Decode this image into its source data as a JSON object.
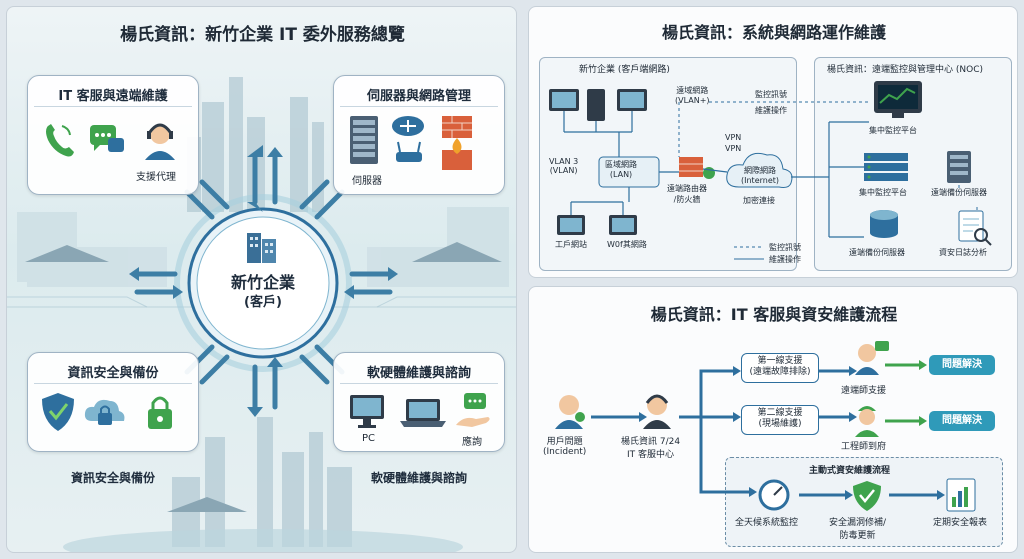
{
  "left": {
    "title": "楊氏資訊：新竹企業 IT 委外服務總覽",
    "hub": {
      "name": "新竹企業",
      "sub": "(客戶)"
    },
    "card_it": {
      "title": "IT 客服與遠端維護",
      "agent_label": "支援代理"
    },
    "card_server": {
      "title": "伺服器與網路管理",
      "server_label": "伺服器"
    },
    "card_sec": {
      "title": "資訊安全與備份",
      "caption": "資訊安全與備份"
    },
    "card_hw": {
      "title": "軟硬體維護與諮詢",
      "pc_label": "PC",
      "consult_label": "應詢",
      "caption": "軟硬體維護與諮詢"
    }
  },
  "network": {
    "title": "楊氏資訊：系統與網路運作維護",
    "client_box": "新竹企業 (客戶端網路)",
    "noc_box": "楊氏資訊：遠端監控與管理中心 (NOC)",
    "vlan_label": "VLAN 3\n(VLAN)",
    "lan_label": "區域網路\n(LAN)",
    "remote_vlan": "遠域網路\n(VLAN+)",
    "monitor_signal": "監控訊號",
    "maint_op": "維護操作",
    "vpn1": "VPN",
    "vpn2": "VPN",
    "internet": "網際網路\n(Internet)",
    "encrypted": "加密連接",
    "router_label": "遠端路由器\n/防火牆",
    "workstation": "工戶網站",
    "wifi": "W0f其網路",
    "platform_top": "集中監控平台",
    "platform_mid": "集中監控平台",
    "backup_server": "遠端備份伺服器",
    "backup_db": "遠端備份伺服器",
    "log_analysis": "資安日誌分析",
    "legend_monitor": "監控訊號",
    "legend_maint": "維護操作"
  },
  "flow": {
    "title": "楊氏資訊：IT 客服與資安維護流程",
    "user": "用戶問題\n(Incident)",
    "center": "楊氏資訊 7/24\nIT 客服中心",
    "tier1": "第一線支援\n(遠端故障排除)",
    "tier2": "第二線支援\n(現場維護)",
    "engineer1": "遠端師支援",
    "engineer2": "工程師到府",
    "resolve1": "問題解決",
    "resolve2": "問題解決",
    "proactive": "主動式資安維護流程",
    "monitor": "全天候系統監控",
    "patch": "安全漏洞修補/\n防毒更新",
    "report": "定期安全報表"
  },
  "colors": {
    "accent": "#2e6f9e",
    "green": "#3fa34d",
    "teal": "#2f9ab9",
    "dark": "#1f2a36"
  }
}
